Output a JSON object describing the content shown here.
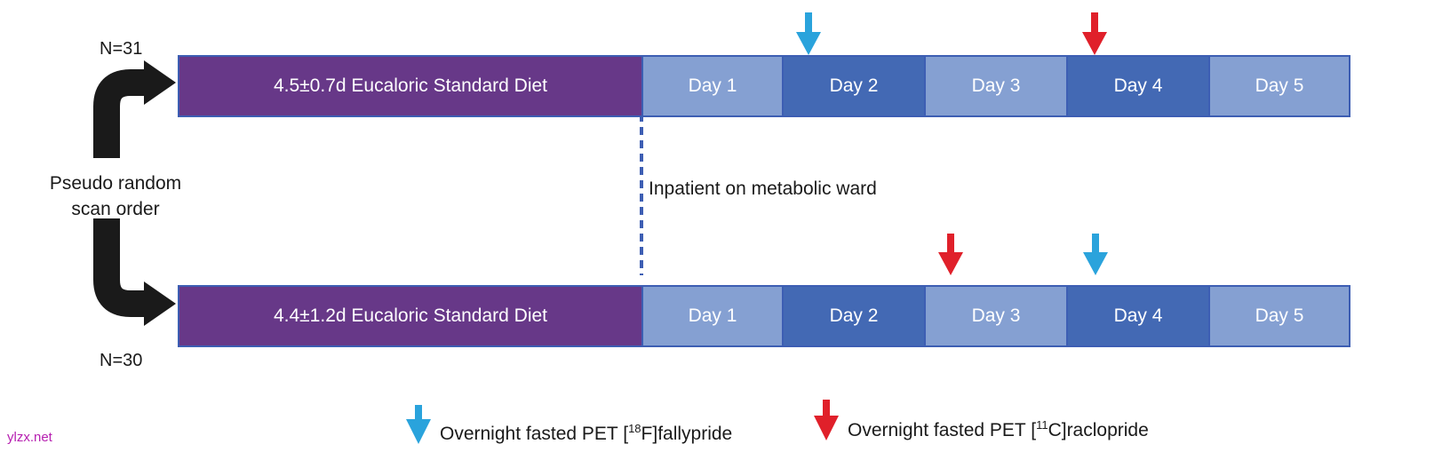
{
  "top_group": {
    "n_label": "N=31",
    "diet_label": "4.5±0.7d Eucaloric Standard Diet",
    "days": [
      "Day 1",
      "Day 2",
      "Day 3",
      "Day 4",
      "Day 5"
    ]
  },
  "bottom_group": {
    "n_label": "N=30",
    "diet_label": "4.4±1.2d Eucaloric Standard Diet",
    "days": [
      "Day 1",
      "Day 2",
      "Day 3",
      "Day 4",
      "Day 5"
    ]
  },
  "branch_label": {
    "line1": "Pseudo random",
    "line2": "scan order"
  },
  "ward_label": "Inpatient on metabolic ward",
  "legend": {
    "fallypride": {
      "prefix": "Overnight fasted PET [",
      "sup": "18",
      "suffix": "F]fallypride"
    },
    "raclopride": {
      "prefix": "Overnight fasted PET [",
      "sup": "11",
      "suffix": "C]raclopride"
    }
  },
  "watermark": "ylzx.net",
  "colors": {
    "diet": "#673888",
    "day_light": "#85a0d2",
    "day_dark": "#4369b4",
    "border": "#3d5eb3",
    "fallypride_arrow": "#2aa3dc",
    "raclopride_arrow": "#e0202a",
    "branch_arrow": "#1a1a1a",
    "watermark": "#b61fb0"
  },
  "icons": {
    "branch_up": "curved-arrow-right-icon",
    "branch_down": "curved-arrow-right-icon",
    "fallypride": "arrow-down-icon",
    "raclopride": "arrow-down-icon"
  }
}
